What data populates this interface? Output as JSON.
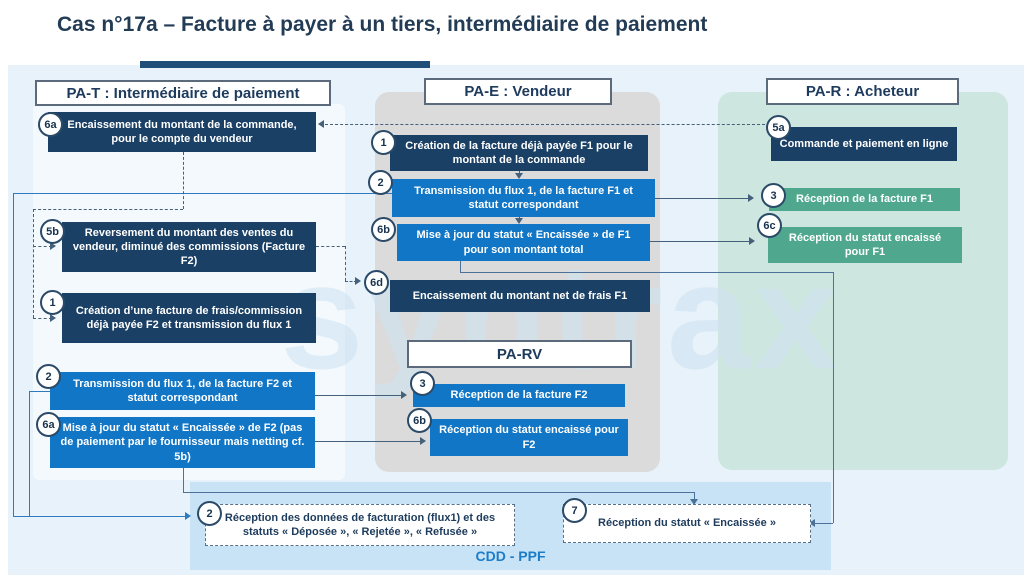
{
  "title": "Cas n°17a – Facture à payer à un tiers, intermédiaire de paiement",
  "headers": {
    "pat": "PA-T : Intermédiaire de paiement",
    "pae": "PA-E : Vendeur",
    "par": "PA-R : Acheteur",
    "parv": "PA-RV"
  },
  "boxes": {
    "l6a": {
      "badge": "6a",
      "text": "Encaissement du montant de la commande, pour le compte du vendeur"
    },
    "l5b": {
      "badge": "5b",
      "text": "Reversement du montant des ventes du vendeur, diminué des commissions (Facture F2)"
    },
    "l1": {
      "badge": "1",
      "text": "Création d’une facture de frais/commission déjà payée F2 et transmission du flux 1"
    },
    "l2": {
      "badge": "2",
      "text": "Transmission du flux 1, de la facture F2 et statut correspondant"
    },
    "l6a2": {
      "badge": "6a",
      "text": "Mise à jour du statut « Encaissée » de F2 (pas de paiement par le fournisseur mais netting cf. 5b)"
    },
    "m1": {
      "badge": "1",
      "text": "Création de la facture déjà payée F1 pour le montant de la commande"
    },
    "m2": {
      "badge": "2",
      "text": "Transmission du flux 1, de la facture F1 et statut correspondant"
    },
    "m6b": {
      "badge": "6b",
      "text": "Mise à jour du statut « Encaissée » de F1 pour son montant total"
    },
    "m6d": {
      "badge": "6d",
      "text": "Encaissement du montant net de frais F1"
    },
    "rv3": {
      "badge": "3",
      "text": "Réception de la facture F2"
    },
    "rv6b": {
      "badge": "6b",
      "text": "Réception du statut encaissé pour F2"
    },
    "a5a": {
      "badge": "5a",
      "text": "Commande et paiement en ligne"
    },
    "a3": {
      "badge": "3",
      "text": "Réception de la facture F1"
    },
    "a6c": {
      "badge": "6c",
      "text": "Réception du statut encaissé pour F1"
    },
    "b2": {
      "badge": "2",
      "text": "Réception des données de facturation (flux1) et des statuts « Déposée », « Rejetée », « Refusée »"
    },
    "b7": {
      "badge": "7",
      "text": "Réception du statut « Encaissée »"
    }
  },
  "footer": {
    "label": "CDD - PPF"
  },
  "watermark": "syntrax",
  "colors": {
    "navy_box": "#1A4066",
    "blue_box": "#1176C6",
    "green_box": "#4FA88E",
    "panel_gray": "#DBDBDB",
    "panel_green": "#CDE6DF",
    "band_blue": "#C9E3F6",
    "background": "#E7F2FA",
    "title_text": "#233C55",
    "title_bar": "#1F4E79",
    "footer_text": "#1B7DC9",
    "connector_dark": "#44607A",
    "connector_blue": "#2F7ABE"
  }
}
